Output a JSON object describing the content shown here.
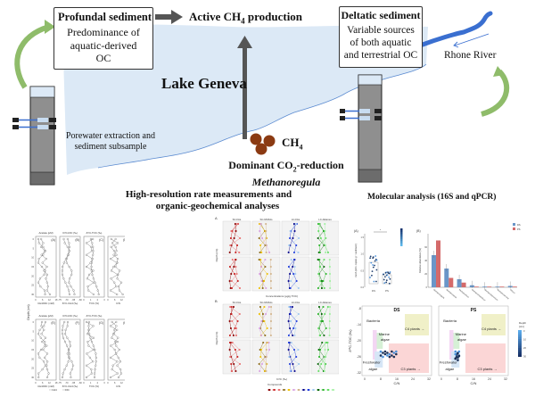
{
  "header": {
    "center_title_prefix": "Active CH",
    "center_title_sub": "4",
    "center_title_suffix": " production"
  },
  "profundal_box": {
    "title": "Profundal sediment",
    "lines": [
      "Predominance of",
      "aquatic-derived",
      "OC"
    ]
  },
  "deltatic_box": {
    "title": "Deltatic sediment",
    "lines": [
      "Variable sources",
      "of both aquatic",
      "and terrestrial OC"
    ]
  },
  "lake_label": "Lake Geneva",
  "river_label": "Rhone River",
  "porewater_label": [
    "Porewater extraction and",
    "sediment subsample"
  ],
  "methane": {
    "ch4_prefix": "CH",
    "ch4_sub": "4",
    "pathway_prefix": "Dominant CO",
    "pathway_sub": "2",
    "pathway_suffix": "-reduction",
    "organism": "Methanoregula"
  },
  "rate_section_title": [
    "High-resolution rate measurements and",
    "organic-geochemical analyses"
  ],
  "molecular_section_title": "Molecular analysis (16S and qPCR)",
  "profile_panels": {
    "top": [
      {
        "letter": "(A)",
        "xlabel": "CH4/DIC (mM)",
        "toplabel": "Acetate (µM)",
        "ticks": [
          "0",
          "6",
          "12",
          "18"
        ]
      },
      {
        "letter": "(B)",
        "xlabel": "δ¹³C-CH4 (‰)",
        "toplabel": "δ¹³C-DIC (‰)",
        "ticks": [
          "-75",
          "-70",
          "-65",
          "-60"
        ]
      },
      {
        "letter": "(C)",
        "xlabel": "TOC (%)",
        "toplabel": "δ¹³C-TOC (‰)",
        "ticks": [
          "0",
          "1",
          "2",
          "3"
        ]
      },
      {
        "letter": "(D)",
        "xlabel": "C/N",
        "toplabel": "",
        "ticks": [
          "0",
          "6",
          "12",
          "18"
        ]
      }
    ],
    "bottom": [
      {
        "letter": "(E)",
        "xlabel": "CH4/DIC (mM)",
        "toplabel": "Acetate (µM)",
        "ticks": [
          "0",
          "6",
          "12",
          "18"
        ]
      },
      {
        "letter": "(F)",
        "xlabel": "δ¹³C-CH4 (‰)",
        "toplabel": "δ¹³C-DIC (‰)",
        "ticks": [
          "-75",
          "-70",
          "-65",
          "-60"
        ]
      },
      {
        "letter": "(G)",
        "xlabel": "TOC (%)",
        "toplabel": "δ¹³C-TOC (‰)",
        "ticks": [
          "0",
          "1",
          "2",
          "3"
        ]
      },
      {
        "letter": "(H)",
        "xlabel": "C/N",
        "toplabel": "",
        "ticks": [
          "0",
          "6",
          "12",
          "18"
        ]
      }
    ],
    "ylabel": "Depth (cm)",
    "depth_ticks": [
      "0",
      "5",
      "10",
      "15",
      "20",
      "25",
      "30"
    ],
    "legend": [
      "CH4",
      "DIC"
    ]
  },
  "biomarker_panels": {
    "section_a_label": "A",
    "section_b_label": "B",
    "facets": [
      "SC-FAs",
      "SC-MUFAs",
      "LC-FAs",
      "LC-Alkanes"
    ],
    "rows": [
      "DS",
      "PS"
    ],
    "xlabel_a": "Concentrations (µg/g TOC)",
    "xlabel_b": "δ¹³C (‰)",
    "ylabel": "Depth (cm)",
    "legend_title": "Compounds",
    "compound_colors": [
      "#8b0000",
      "#c81e1e",
      "#e87070",
      "#8b6914",
      "#f0c000",
      "#d8a0e0",
      "#d2b48c",
      "#00008b",
      "#1e3cdc",
      "#a0c8f0",
      "#006400",
      "#28b428",
      "#64dc64",
      "#a0f0a0"
    ]
  },
  "qpcr_panel": {
    "letter": "(A)",
    "ylabel": "mcrA (x10⁹ copies g⁻¹ sediment)",
    "categories": [
      "DS",
      "PS"
    ],
    "yticks": [
      "0.0",
      "0.5",
      "1.0",
      "1.5"
    ],
    "significance": "*",
    "legend_title": "Depth (cm)"
  },
  "abundance_chart": {
    "letter": "(B)",
    "ylabel": "Relative abundance (%)",
    "yticks": [
      "0",
      "20",
      "40",
      "60"
    ],
    "legend": [
      {
        "name": "DS",
        "color": "#6a96c8"
      },
      {
        "name": "PS",
        "color": "#d46a6a"
      }
    ],
    "categories": [
      "Methanoregula",
      "Methanosaeta",
      "Methanolinea",
      "Methanomassiliicoccus",
      "Methanobacterium",
      "Methanosarcina",
      "Others"
    ],
    "ds": [
      48,
      28,
      12,
      3,
      1,
      1,
      2
    ],
    "ps": [
      70,
      14,
      7,
      1,
      1,
      1,
      1
    ]
  },
  "cn_plots": {
    "panels": [
      "DS",
      "PS"
    ],
    "xlabel": "C/N",
    "ylabel": "δ¹³C-TOC (‰)",
    "xticks": [
      "0",
      "8",
      "16",
      "24",
      "32"
    ],
    "yticks": [
      "-8",
      "-14",
      "-20",
      "-26",
      "-32"
    ],
    "regions": {
      "bacteria": "Bacteria",
      "marine": [
        "Marine",
        "algae"
      ],
      "freshwater": [
        "Freshwater",
        "algae"
      ],
      "c4": "C4 plants",
      "c3": "C3 plants"
    },
    "colorbar_title": [
      "Depth",
      "(cm)"
    ],
    "colorbar_ticks": [
      "0",
      "10",
      "20",
      "30"
    ]
  },
  "colors": {
    "lake": "#dce9f6",
    "river": "#3a6fd0",
    "green_arrow": "#8fbc6a",
    "dark_arrow": "#555555",
    "methane_dot": "#8b3a12",
    "core_grey": "#8f8f8f"
  }
}
